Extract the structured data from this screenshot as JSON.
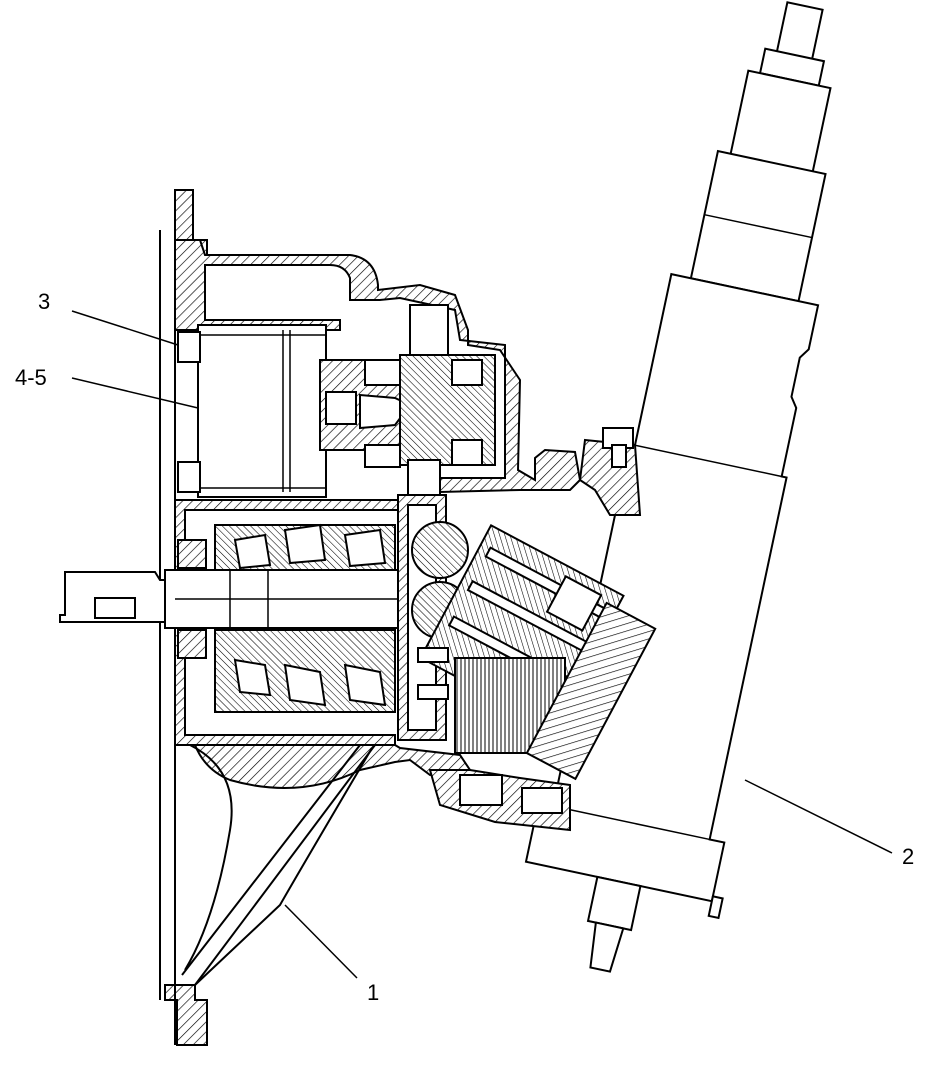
{
  "labels": {
    "item_1": "1",
    "item_2": "2",
    "item_3": "3",
    "item_4_5": "4-5"
  }
}
